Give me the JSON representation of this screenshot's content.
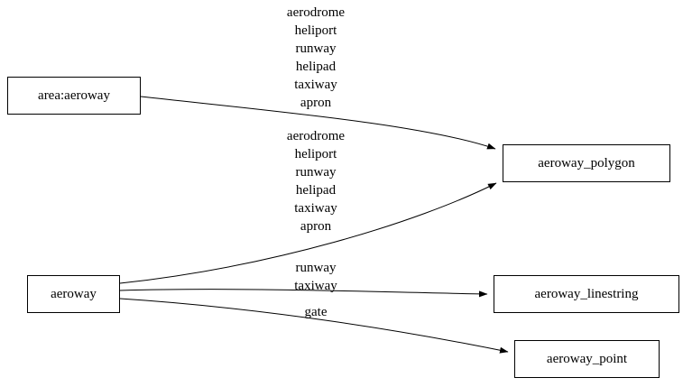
{
  "nodes": [
    {
      "id": "area_aeroway",
      "label": "area:aeroway"
    },
    {
      "id": "aeroway",
      "label": "aeroway"
    },
    {
      "id": "aeroway_polygon",
      "label": "aeroway_polygon"
    },
    {
      "id": "aeroway_linestring",
      "label": "aeroway_linestring"
    },
    {
      "id": "aeroway_point",
      "label": "aeroway_point"
    }
  ],
  "edges": [
    {
      "from": "area:aeroway",
      "to": "aeroway_polygon",
      "label_lines": [
        "aerodrome",
        "heliport",
        "runway",
        "helipad",
        "taxiway",
        "apron"
      ]
    },
    {
      "from": "aeroway",
      "to": "aeroway_polygon",
      "label_lines": [
        "aerodrome",
        "heliport",
        "runway",
        "helipad",
        "taxiway",
        "apron"
      ]
    },
    {
      "from": "aeroway",
      "to": "aeroway_linestring",
      "label_lines": [
        "runway",
        "taxiway"
      ]
    },
    {
      "from": "aeroway",
      "to": "aeroway_point",
      "label_lines": [
        "gate"
      ]
    }
  ],
  "colors": {
    "background": "#ffffff",
    "node_fill": "#ffffff",
    "node_border": "#000000",
    "edge": "#000000",
    "text": "#000000"
  }
}
